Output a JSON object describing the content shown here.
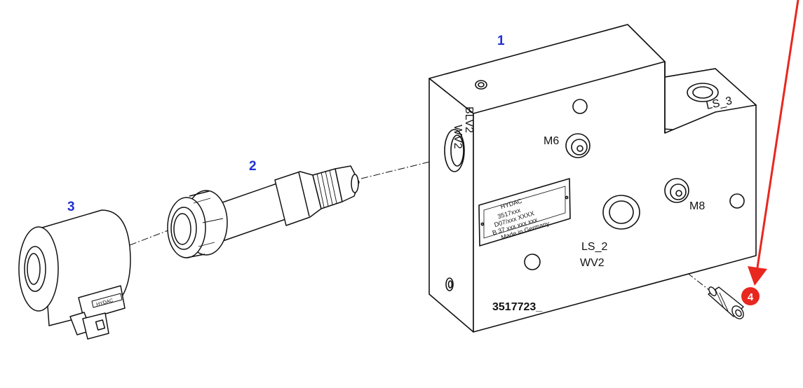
{
  "diagram": {
    "callouts": {
      "part1": "1",
      "part2": "2",
      "part3": "3",
      "part4": "4"
    },
    "labels": {
      "blv2": "BLV2",
      "wv2_side": "WV2",
      "ls3": "LS_3",
      "m6": "M6",
      "m8": "M8",
      "ls2": "LS_2",
      "wv2_front": "WV2",
      "part_number": "3517723_"
    },
    "nameplate": {
      "brand": "HYDAC",
      "line1": "3517xxx",
      "line2": "D07/xxx  XXXX",
      "line3": "B 37 xxx xxx xxx",
      "origin": "Made in Germany"
    },
    "coil_plate": "HYDAC"
  },
  "colors": {
    "callout_text": "#1f2fd0",
    "highlight_red": "#e8271f",
    "line": "#111111"
  }
}
